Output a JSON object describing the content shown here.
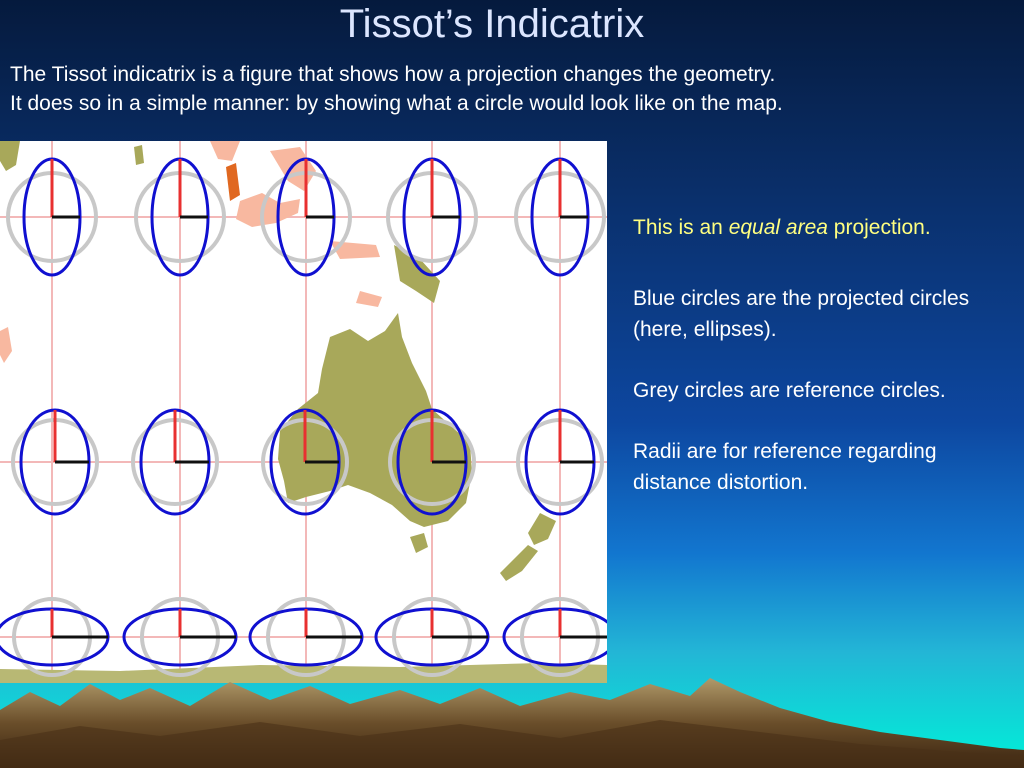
{
  "slide": {
    "title": "Tissot’s Indicatrix",
    "intro": [
      "The Tissot indicatrix is a figure that shows how a projection changes the geometry.",
      "It does so in a simple manner: by showing what a circle would look like on the map."
    ]
  },
  "notes": {
    "equal_area_prefix": "This is an ",
    "equal_area_em": "equal area",
    "equal_area_suffix": " projection.",
    "blue": "Blue circles are the projected circles (here, ellipses).",
    "grey": "Grey circles are reference circles.",
    "radii": "Radii are for reference regarding distance distortion."
  },
  "colors": {
    "projected_ellipse": "#1010d0",
    "reference_circle": "#c8c8c8",
    "radius_vertical": "#e83030",
    "radius_horizontal": "#101010",
    "graticule": "#f3b8b8",
    "land_australia": "#a8a85a",
    "land_islands": "#f8b8a0",
    "title_text": "#dce6ff",
    "highlight_text": "#ffff80"
  }
}
